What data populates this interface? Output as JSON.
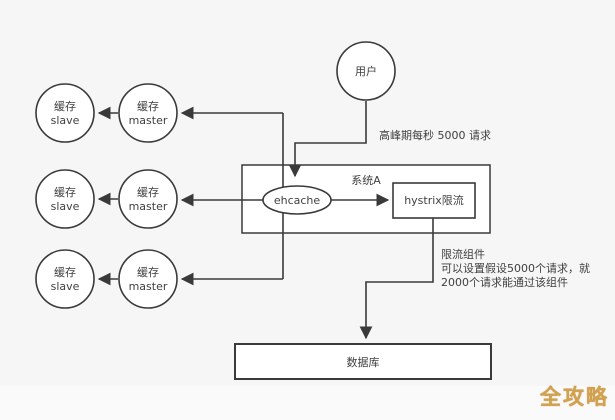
{
  "diagram": {
    "user": {
      "label": "用户"
    },
    "peak_note": "高峰期每秒 5000 请求",
    "system": {
      "label": "系统A"
    },
    "ehcache": {
      "label": "ehcache"
    },
    "hystrix": {
      "label": "hystrix限流"
    },
    "database": {
      "label": "数据库"
    },
    "cache_rows": [
      {
        "slave": {
          "line1": "缓存",
          "line2": "slave"
        },
        "master": {
          "line1": "缓存",
          "line2": "master"
        }
      },
      {
        "slave": {
          "line1": "缓存",
          "line2": "slave"
        },
        "master": {
          "line1": "缓存",
          "line2": "master"
        }
      },
      {
        "slave": {
          "line1": "缓存",
          "line2": "slave"
        },
        "master": {
          "line1": "缓存",
          "line2": "master"
        }
      }
    ],
    "limiter_note": {
      "line1": "限流组件",
      "line2": "可以设置假设5000个请求，就",
      "line3": "2000个请求能通过该组件"
    }
  },
  "watermark": "全攻略",
  "colors": {
    "background": "#f5f6f5",
    "line_stroke": "#3a3a3a",
    "shape_fill": "#ffffff",
    "text": "#404040",
    "watermark_gold": "#d2a14e"
  }
}
